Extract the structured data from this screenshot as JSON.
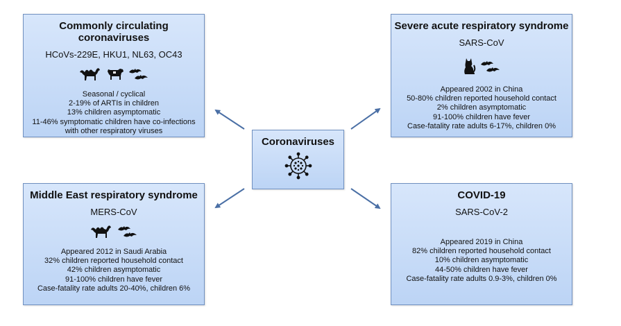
{
  "center": {
    "title": "Coronaviruses",
    "icon": "coronavirus-icon"
  },
  "boxes": {
    "hcov": {
      "title": "Commonly circulating coronaviruses",
      "virus": "HCoVs-229E, HKU1, NL63, OC43",
      "icons": [
        "camel-icon",
        "cow-icon",
        "bats-icon"
      ],
      "lines": [
        "Seasonal / cyclical",
        "2-19% of ARTIs in children",
        "13% children asymptomatic",
        "11-46% symptomatic children have co-infections",
        "with other respiratory viruses"
      ]
    },
    "sars": {
      "title": "Severe acute respiratory syndrome",
      "virus": "SARS-CoV",
      "icons": [
        "cat-icon",
        "bats-icon"
      ],
      "lines": [
        "Appeared 2002 in China",
        "50-80% children reported household contact",
        "2% children asymptomatic",
        "91-100% children have fever",
        "Case-fatality rate adults 6-17%, children 0%"
      ]
    },
    "mers": {
      "title": "Middle East respiratory syndrome",
      "virus": "MERS-CoV",
      "icons": [
        "camel-icon",
        "bats-icon"
      ],
      "lines": [
        "Appeared 2012 in Saudi Arabia",
        "32% children reported household contact",
        "42% children asymptomatic",
        "91-100% children have fever",
        "Case-fatality rate adults 20-40%, children 6%"
      ]
    },
    "covid": {
      "title": "COVID-19",
      "virus": "SARS-CoV-2",
      "icons": [],
      "lines": [
        "Appeared 2019 in China",
        "82% children reported household contact",
        "10% children asymptomatic",
        "44-50% children have fever",
        "Case-fatality rate adults 0.9-3%, children 0%"
      ]
    }
  },
  "colors": {
    "box_fill": "#c9ddf8",
    "box_border": "#6f8fbf",
    "arrow": "#4a6fa5"
  }
}
